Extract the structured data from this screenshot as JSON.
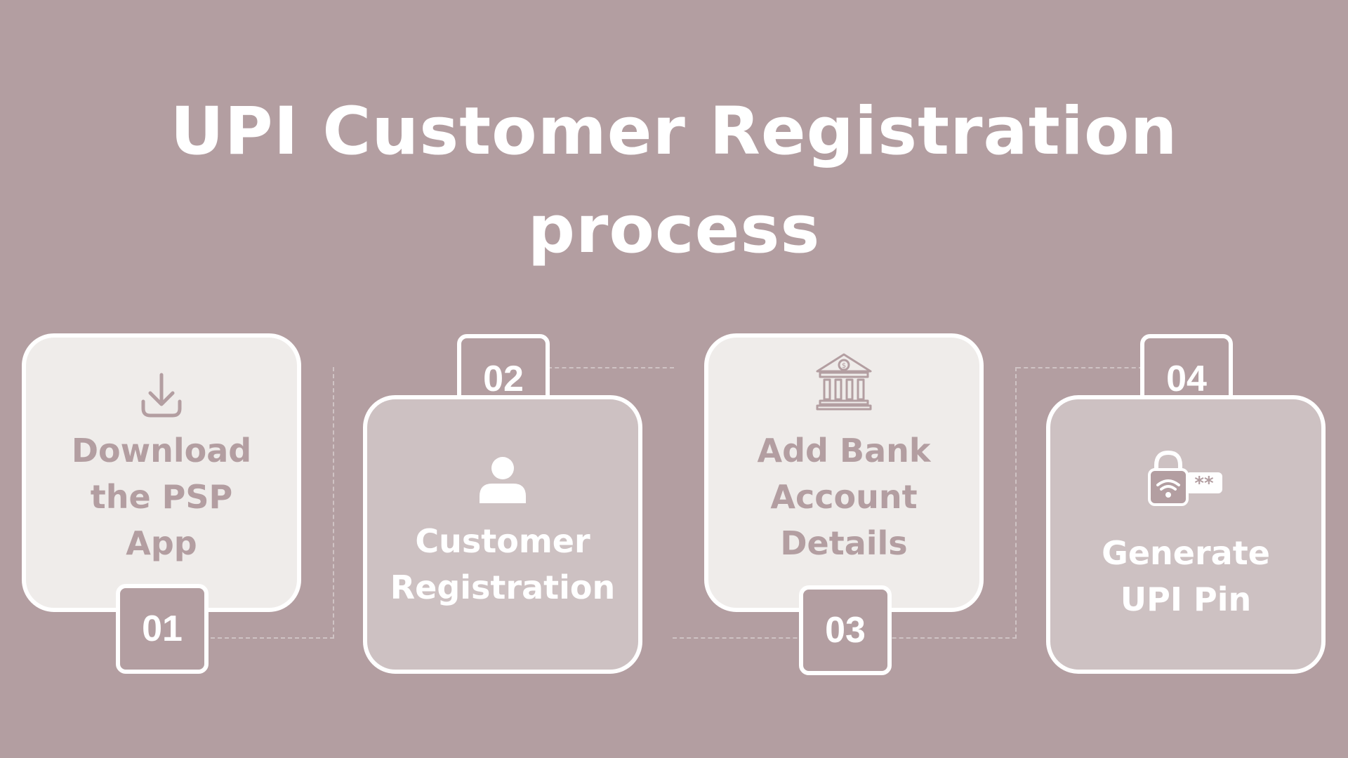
{
  "title": {
    "line1": "UPI Customer Registration",
    "line2": "process"
  },
  "colors": {
    "background": "#b39ea1",
    "card_light": "#efecea",
    "card_mid": "#cdc1c2",
    "border": "#ffffff",
    "accent_text": "#b39ea1"
  },
  "steps": [
    {
      "number": "01",
      "label": "Download\nthe PSP\nApp",
      "icon": "download-icon"
    },
    {
      "number": "02",
      "label": "Customer\nRegistration",
      "icon": "user-icon"
    },
    {
      "number": "03",
      "label": "Add Bank\nAccount\nDetails",
      "icon": "bank-icon"
    },
    {
      "number": "04",
      "label": "Generate\nUPI Pin",
      "icon": "lock-wifi-password-icon"
    }
  ]
}
